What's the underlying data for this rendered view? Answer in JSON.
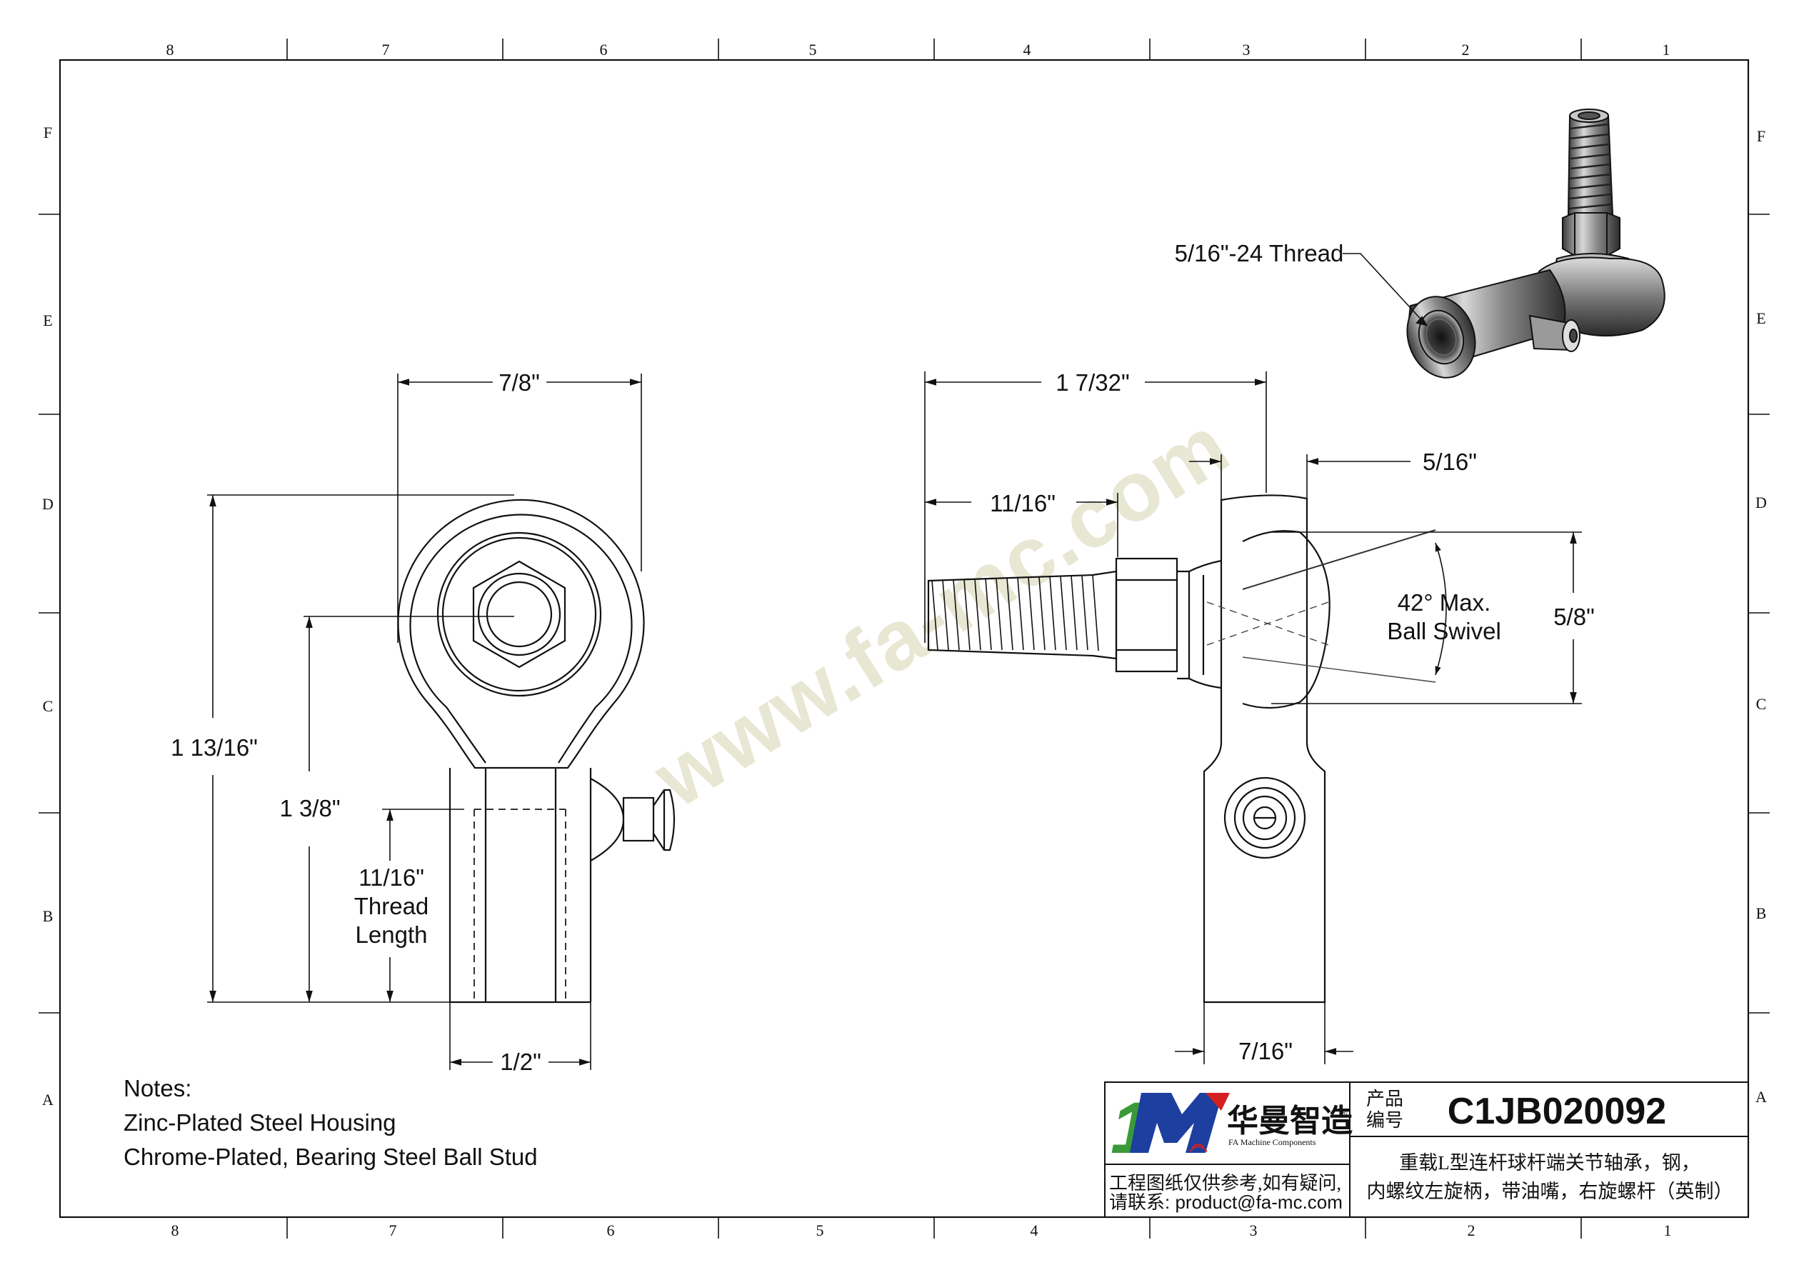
{
  "border": {
    "columns": [
      "8",
      "7",
      "6",
      "5",
      "4",
      "3",
      "2",
      "1"
    ],
    "rows": [
      "F",
      "E",
      "D",
      "C",
      "B",
      "A"
    ]
  },
  "watermark": "www.fa-mc.com",
  "front_view": {
    "width_label": "7/8\"",
    "overall_height_label": "1 13/16\"",
    "center_height_label": "1 3/8\"",
    "thread_length_label": [
      "11/16\"",
      "Thread",
      "Length"
    ],
    "shank_width_label": "1/2\""
  },
  "side_view": {
    "overall_length_label": "1 7/32\"",
    "stud_length_label": "11/16\"",
    "ball_offset_label": "5/16\"",
    "swivel_label": [
      "42° Max.",
      "Ball Swivel"
    ],
    "ball_width_label": "5/8\"",
    "body_width_label": "7/16\""
  },
  "iso_view": {
    "thread_label": "5/16\"-24 Thread"
  },
  "notes": {
    "heading": "Notes:",
    "lines": [
      "Zinc-Plated Steel Housing",
      "Chrome-Plated, Bearing Steel Ball Stud"
    ]
  },
  "title_block": {
    "logo_mark": "1M",
    "brand_cn": "华曼智造",
    "brand_en": "FA Machine Components",
    "registered": "®",
    "part_label": [
      "产品",
      "编号"
    ],
    "part_number": "C1JB020092",
    "description": [
      "重载L型连杆球杆端关节轴承，钢，",
      "内螺纹左旋柄，带油嘴，右旋螺杆（英制）"
    ],
    "disclaimer": [
      "工程图纸仅供参考,如有疑问,",
      "请联系: product@fa-mc.com"
    ],
    "colors": {
      "logo_green": "#3a9a3a",
      "logo_blue": "#1c3fa0",
      "logo_red": "#d52020"
    }
  }
}
